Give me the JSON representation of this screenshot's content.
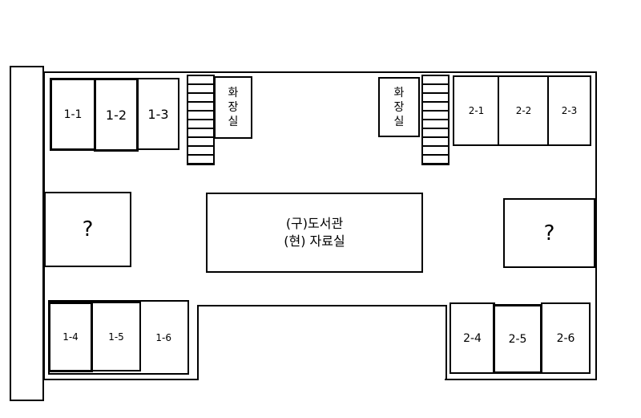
{
  "floor": {
    "rooms_top_left": [
      "1-1",
      "1-2",
      "1-3"
    ],
    "rooms_top_right": [
      "2-1",
      "2-2",
      "2-3"
    ],
    "rooms_bottom_left": [
      "1-4",
      "1-5",
      "1-6"
    ],
    "rooms_bottom_right": [
      "2-4",
      "2-5",
      "2-6"
    ],
    "toilet_left": "화\n장\n실",
    "toilet_right": "화\n장\n실",
    "unknown_left": "?",
    "unknown_right": "?",
    "center_line1": "(구)도서관",
    "center_line2": "(현) 자료실"
  }
}
